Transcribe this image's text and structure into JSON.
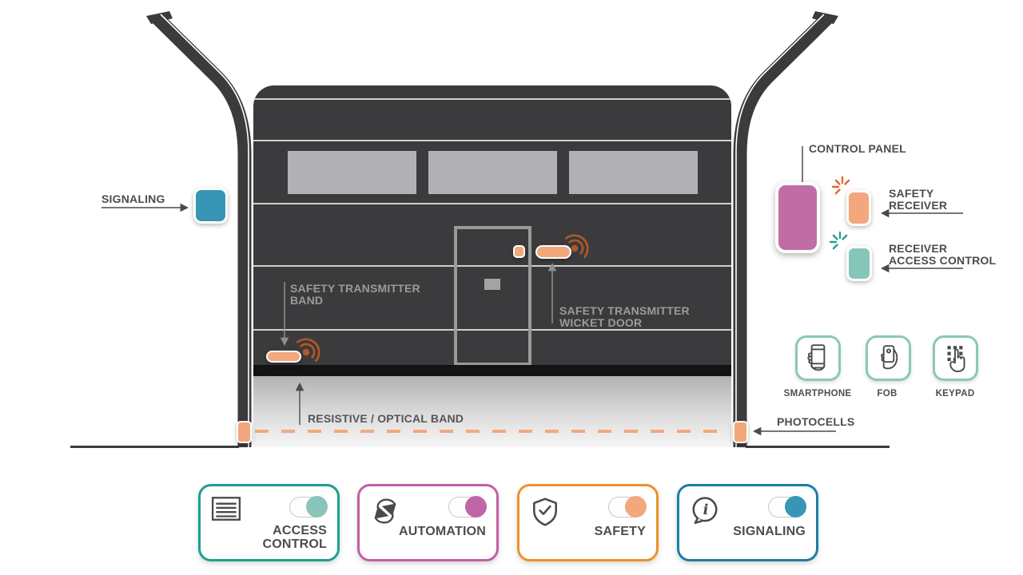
{
  "colors": {
    "door_dark": "#3b3b3d",
    "panel_line": "#cfcfcf",
    "window_gray": "#b1b1b3",
    "safety_orange": "#f2a77c",
    "wifi_rust": "#b35827",
    "sparkle_orange": "#e8632c",
    "sparkle_teal": "#2a9d8f",
    "panel_purple": "#c06da4",
    "receiver_teal": "#85c6b9",
    "signaling_blue": "#3896b4",
    "tile_border_teal": "#8ac8bb"
  },
  "labels": {
    "signaling": "SIGNALING",
    "control_panel": "CONTROL PANEL",
    "safety_receiver": "SAFETY\nRECEIVER",
    "receiver_access_control": "RECEIVER\nACCESS CONTROL",
    "safety_transmitter_band": "SAFETY TRANSMITTER\nBAND",
    "safety_transmitter_wicket": "SAFETY TRANSMITTER\nWICKET DOOR",
    "resistive_optical_band": "RESISTIVE / OPTICAL BAND",
    "photocells": "PHOTOCELLS"
  },
  "access_methods": [
    {
      "id": "smartphone",
      "label": "SMARTPHONE"
    },
    {
      "id": "fob",
      "label": "FOB"
    },
    {
      "id": "keypad",
      "label": "KEYPAD"
    }
  ],
  "feature_cards": [
    {
      "id": "access-control",
      "label": "ACCESS\nCONTROL",
      "border_color": "#1d9f8f",
      "knob_color": "#8ac4b9",
      "icon": "garage-door-icon",
      "state": "on"
    },
    {
      "id": "automation",
      "label": "AUTOMATION",
      "border_color": "#c45fa4",
      "knob_color": "#c065a4",
      "icon": "orbit-icon",
      "state": "on"
    },
    {
      "id": "safety",
      "label": "SAFETY",
      "border_color": "#ee9227",
      "knob_color": "#f2a77c",
      "icon": "shield-check-icon",
      "state": "on"
    },
    {
      "id": "signaling",
      "label": "SIGNALING",
      "border_color": "#1c7fa4",
      "knob_color": "#3896b4",
      "icon": "info-bubble-icon",
      "state": "on"
    }
  ]
}
